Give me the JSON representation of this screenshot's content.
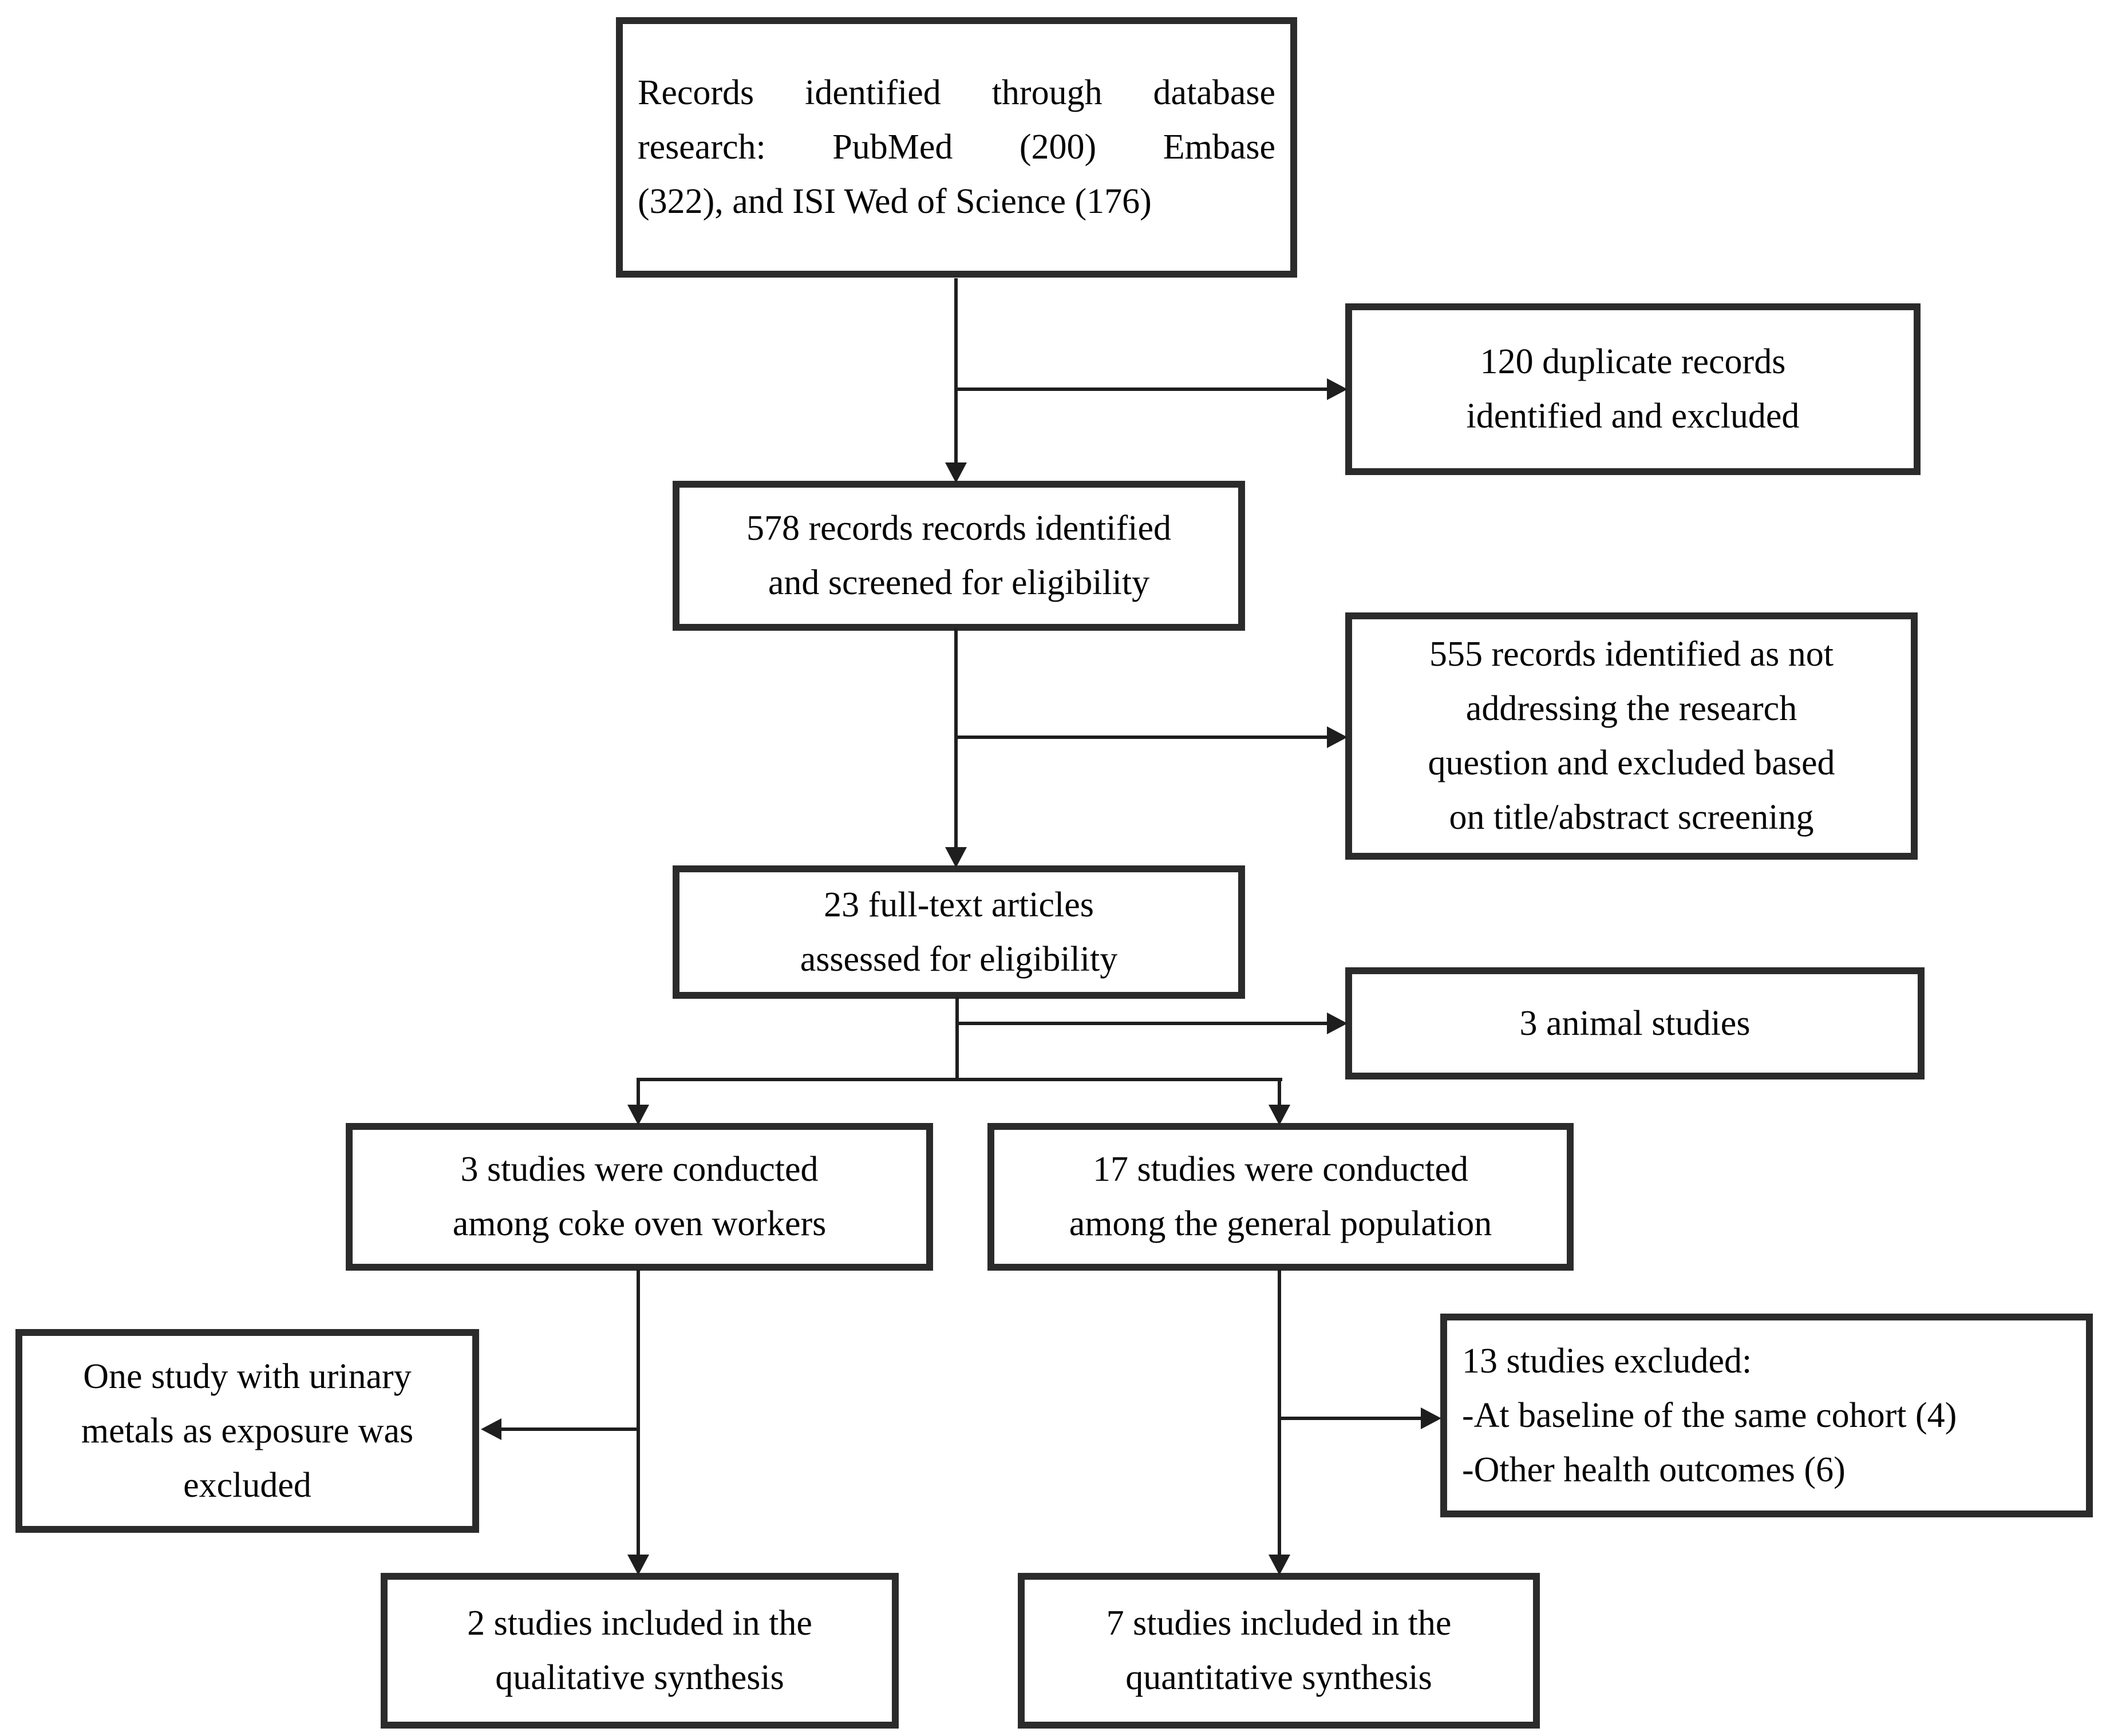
{
  "diagram": {
    "kind": "study-selection-flowchart",
    "colors": {
      "background": "#ffffff",
      "box_border": "#2b2b2b",
      "connector": "#1e1e1e",
      "text": "#050505"
    }
  },
  "nodes": {
    "identification": {
      "lines": [
        "Records identified through database",
        "research: PubMed (200) Embase",
        "(322), and ISI Wed of Science (176)"
      ],
      "text": "Records identified through database research: PubMed (200) Embase (322), and ISI Wed of Science (176)"
    },
    "duplicates": {
      "lines": [
        "120 duplicate records",
        "identified and excluded"
      ],
      "text": "120 duplicate records identified and excluded"
    },
    "screened": {
      "lines": [
        "578 records  records identified",
        "and screened for eligibility"
      ],
      "text": "578 records  records identified and screened for eligibility"
    },
    "not_addressing": {
      "lines": [
        "555 records identified as not",
        "addressing the research",
        "question and excluded based",
        "on title/abstract screening"
      ],
      "text": "555 records identified as not addressing the research question and excluded based on title/abstract screening"
    },
    "fulltext": {
      "lines": [
        "23 full-text articles",
        "assessed for eligibility"
      ],
      "text": "23 full-text articles assessed for eligibility"
    },
    "animal": {
      "lines": [
        "3 animal studies"
      ],
      "text": "3 animal studies"
    },
    "coke_oven": {
      "lines": [
        "3 studies were conducted",
        "among coke oven workers"
      ],
      "text": "3 studies were conducted among coke oven workers"
    },
    "general_population": {
      "lines": [
        "17 studies were conducted",
        "among the general population"
      ],
      "text": "17 studies were conducted among the general population"
    },
    "urinary_excluded": {
      "lines": [
        "One study with urinary",
        "metals as exposure was",
        "excluded"
      ],
      "text": "One study with urinary metals as exposure was excluded"
    },
    "excluded_13": {
      "lines": [
        "13 studies excluded:",
        "-At baseline of the same cohort (4)",
        "-Other health outcomes (6)"
      ],
      "text": "13 studies excluded: -At baseline of the same cohort (4) -Other health outcomes (6)"
    },
    "qualitative": {
      "lines": [
        "2 studies included in the",
        "qualitative synthesis"
      ],
      "text": "2 studies included in the qualitative synthesis"
    },
    "quantitative": {
      "lines": [
        "7 studies  included in the",
        "quantitative synthesis"
      ],
      "text": "7 studies  included in the quantitative synthesis"
    }
  },
  "edges": [
    {
      "from": "identification",
      "to": "screened"
    },
    {
      "from": "identification",
      "to": "duplicates"
    },
    {
      "from": "screened",
      "to": "fulltext"
    },
    {
      "from": "screened",
      "to": "not_addressing"
    },
    {
      "from": "fulltext",
      "to": "animal"
    },
    {
      "from": "fulltext",
      "to": "coke_oven"
    },
    {
      "from": "fulltext",
      "to": "general_population"
    },
    {
      "from": "coke_oven",
      "to": "urinary_excluded"
    },
    {
      "from": "coke_oven",
      "to": "qualitative"
    },
    {
      "from": "general_population",
      "to": "excluded_13"
    },
    {
      "from": "general_population",
      "to": "quantitative"
    }
  ]
}
